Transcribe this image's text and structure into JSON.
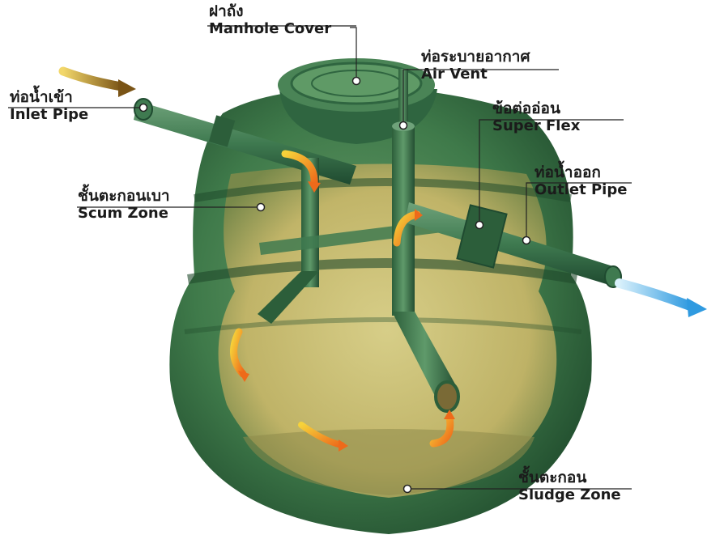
{
  "labels": {
    "manhole": {
      "th": "ฝาถัง",
      "en": "Manhole Cover"
    },
    "air_vent": {
      "th": "ท่อระบายอากาศ",
      "en": "Air Vent"
    },
    "inlet": {
      "th": "ท่อน้ำเข้า",
      "en": "Inlet Pipe"
    },
    "super_flex": {
      "th": "ข้อต่ออ่อน",
      "en": "Super Flex"
    },
    "outlet": {
      "th": "ท่อน้ำออก",
      "en": "Outlet Pipe"
    },
    "scum": {
      "th": "ชั้นตะกอนเบา",
      "en": "Scum Zone"
    },
    "sludge": {
      "th": "ชั้นตะกอน",
      "en": "Sludge Zone"
    }
  },
  "colors": {
    "tank_dark": "#1f4a2c",
    "tank_mid": "#3f7a4a",
    "tank_light": "#6a9e6a",
    "liquid": "#d8c57a",
    "sludge": "#bfae62",
    "flow_arrow": "#f28a1c",
    "inflow_arrow": "#8a6a1e",
    "outflow_arrow": "#4aa9e0"
  }
}
